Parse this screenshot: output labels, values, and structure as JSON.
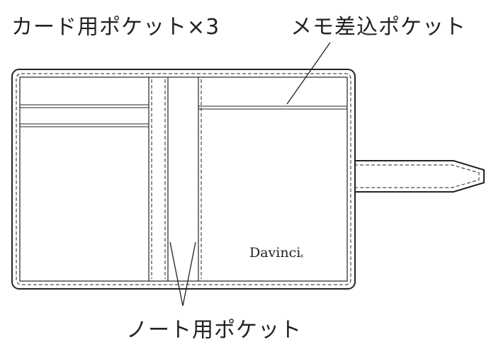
{
  "labels": {
    "card_pocket": "カード用ポケット×3",
    "memo_pocket": "メモ差込ポケット",
    "note_pocket": "ノート用ポケット"
  },
  "brand": {
    "name": "Davinci",
    "mark": "®"
  }
}
